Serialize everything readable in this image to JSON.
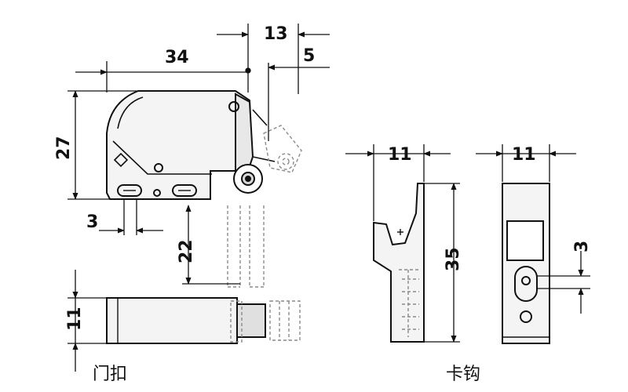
{
  "dimensions": {
    "latch_width": "34",
    "latch_height": "27",
    "arm_offset": "13",
    "arm_gap": "5",
    "slot_spacing": "3",
    "arm_drop": "22",
    "latch_depth": "11",
    "hook_width": "11",
    "hook_height": "35",
    "hook_front_width": "11",
    "hook_slot": "3"
  },
  "captions": {
    "latch": "门扣",
    "hook": "卡钩"
  },
  "colors": {
    "line": "#111111",
    "part_fill": "#f4f4f4",
    "shade": "#d8d8d8",
    "hidden": "#8a8a8a"
  }
}
